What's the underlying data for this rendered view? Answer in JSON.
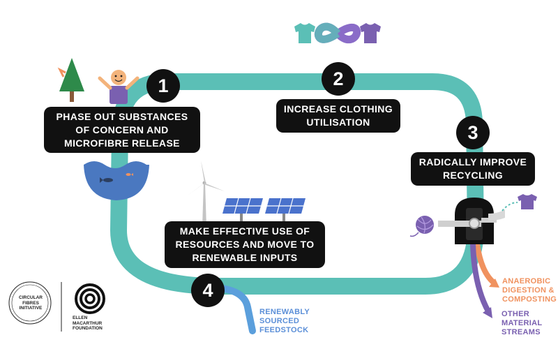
{
  "steps": [
    {
      "number": "1",
      "lines": [
        "PHASE OUT SUBSTANCES",
        "OF CONCERN AND",
        "MICROFIBRE RELEASE"
      ]
    },
    {
      "number": "2",
      "lines": [
        "INCREASE CLOTHING",
        "UTILISATION"
      ]
    },
    {
      "number": "3",
      "lines": [
        "RADICALLY IMPROVE",
        "RECYCLING"
      ]
    },
    {
      "number": "4",
      "lines": [
        "MAKE EFFECTIVE USE OF",
        "RESOURCES AND MOVE TO",
        "RENEWABLE INPUTS"
      ]
    }
  ],
  "outputs": {
    "renewable": [
      "RENEWABLY",
      "SOURCED",
      "FEEDSTOCK"
    ],
    "anaerobic": [
      "ANAEROBIC",
      "DIGESTION &",
      "COMPOSTING"
    ],
    "other": [
      "OTHER",
      "MATERIAL",
      "STREAMS"
    ]
  },
  "logos": {
    "cfi": [
      "CIRCULAR",
      "FIBRES",
      "INITIATIVE"
    ],
    "emf": [
      "ELLEN",
      "MACARTHUR",
      "FOUNDATION"
    ]
  },
  "colors": {
    "loop": "#5bbfb6",
    "box": "#111111",
    "purple": "#7a60b0",
    "orange": "#f0925f",
    "blue": "#5b8fd8",
    "water": "#4a78c0",
    "tree": "#2e8a4a",
    "skin": "#f3b37b"
  },
  "icons": [
    "tree-icon",
    "person-icon",
    "infinity-icon",
    "tshirt-icon",
    "wave-icon",
    "fish-icon",
    "wind-turbine-icon",
    "solar-panel-icon",
    "recycling-machine-icon",
    "yarn-ball-icon"
  ]
}
